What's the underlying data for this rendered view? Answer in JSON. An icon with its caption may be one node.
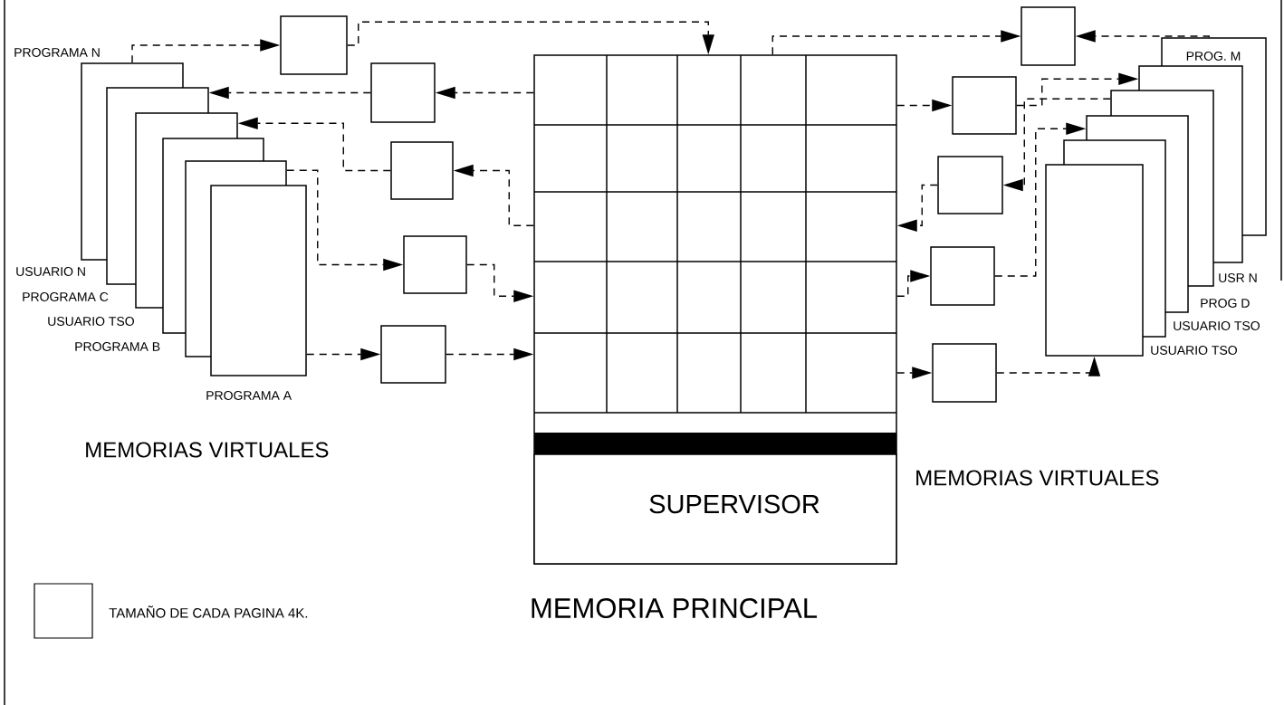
{
  "diagram": {
    "nodes": [
      {
        "text": [
          "PROGRAMA N"
        ]
      },
      {
        "text": [
          "USUARIO N"
        ]
      },
      {
        "text": [
          "PROGRAMA C"
        ]
      },
      {
        "text": [
          "USUARIO TSO"
        ]
      },
      {
        "text": [
          "PROGRAMA B"
        ]
      },
      {
        "text": [
          "PROGRAMA A"
        ]
      },
      {
        "text": [],
        "shape": "box"
      },
      {
        "text": [],
        "shape": "box"
      },
      {
        "text": [],
        "shape": "box"
      },
      {
        "text": [],
        "shape": "box"
      },
      {
        "text": [],
        "shape": "box"
      },
      {
        "text": [],
        "shape": "box"
      },
      {
        "text": [
          "SUPERVISOR"
        ],
        "in": 11
      },
      {
        "text": [],
        "shape": "box"
      },
      {
        "text": [],
        "shape": "box"
      },
      {
        "text": [],
        "shape": "box"
      },
      {
        "text": [],
        "shape": "box"
      },
      {
        "text": [],
        "shape": "box"
      },
      {
        "text": [
          "PROG. M"
        ]
      },
      {
        "text": [
          "USR N"
        ]
      },
      {
        "text": [
          "PROG D"
        ]
      },
      {
        "text": [
          "USUARIO TSO"
        ]
      },
      {
        "text": [
          "USUARIO TSO"
        ]
      },
      {
        "text": [],
        "shape": "box"
      }
    ],
    "edges": [
      {
        "from": 0,
        "to": 6,
        "arrow": "to",
        "style": "dashed"
      },
      {
        "from": 6,
        "to": 11,
        "arrow": "to",
        "style": "dashed"
      },
      {
        "from": 11,
        "to": 7,
        "arrow": "to",
        "style": "dashed"
      },
      {
        "from": 7,
        "to": 1,
        "arrow": "to",
        "style": "dashed"
      },
      {
        "from": 11,
        "to": 8,
        "arrow": "to",
        "style": "dashed"
      },
      {
        "from": 8,
        "to": 2,
        "arrow": "to",
        "style": "dashed"
      },
      {
        "from": 4,
        "to": 9,
        "arrow": "to",
        "style": "dashed"
      },
      {
        "from": 9,
        "to": 11,
        "arrow": "to",
        "style": "dashed"
      },
      {
        "from": 5,
        "to": 10,
        "arrow": "to",
        "style": "dashed"
      },
      {
        "from": 10,
        "to": 11,
        "arrow": "to",
        "style": "dashed"
      },
      {
        "from": 18,
        "to": 13,
        "arrow": "to",
        "style": "dashed"
      },
      {
        "from": 11,
        "to": 13,
        "arrow": "to",
        "style": "dashed"
      },
      {
        "from": 11,
        "to": 14,
        "arrow": "to",
        "style": "dashed"
      },
      {
        "from": 14,
        "to": 19,
        "arrow": "to",
        "style": "dashed"
      },
      {
        "from": 20,
        "to": 15,
        "arrow": "to",
        "style": "dashed"
      },
      {
        "from": 15,
        "to": 11,
        "arrow": "to",
        "style": "dashed"
      },
      {
        "from": 11,
        "to": 16,
        "arrow": "to",
        "style": "dashed"
      },
      {
        "from": 16,
        "to": 21,
        "arrow": "to",
        "style": "dashed"
      },
      {
        "from": 11,
        "to": 17,
        "arrow": "to",
        "style": "dashed"
      },
      {
        "from": 17,
        "to": 23,
        "arrow": "to",
        "style": "dashed"
      }
    ],
    "labels": [
      "MEMORIAS VIRTUALES",
      "MEMORIAS VIRTUALES",
      "MEMORIA PRINCIPAL"
    ],
    "legend": [
      {
        "text": "TAMAÑO DE CADA PAGINA 4K."
      }
    ]
  }
}
